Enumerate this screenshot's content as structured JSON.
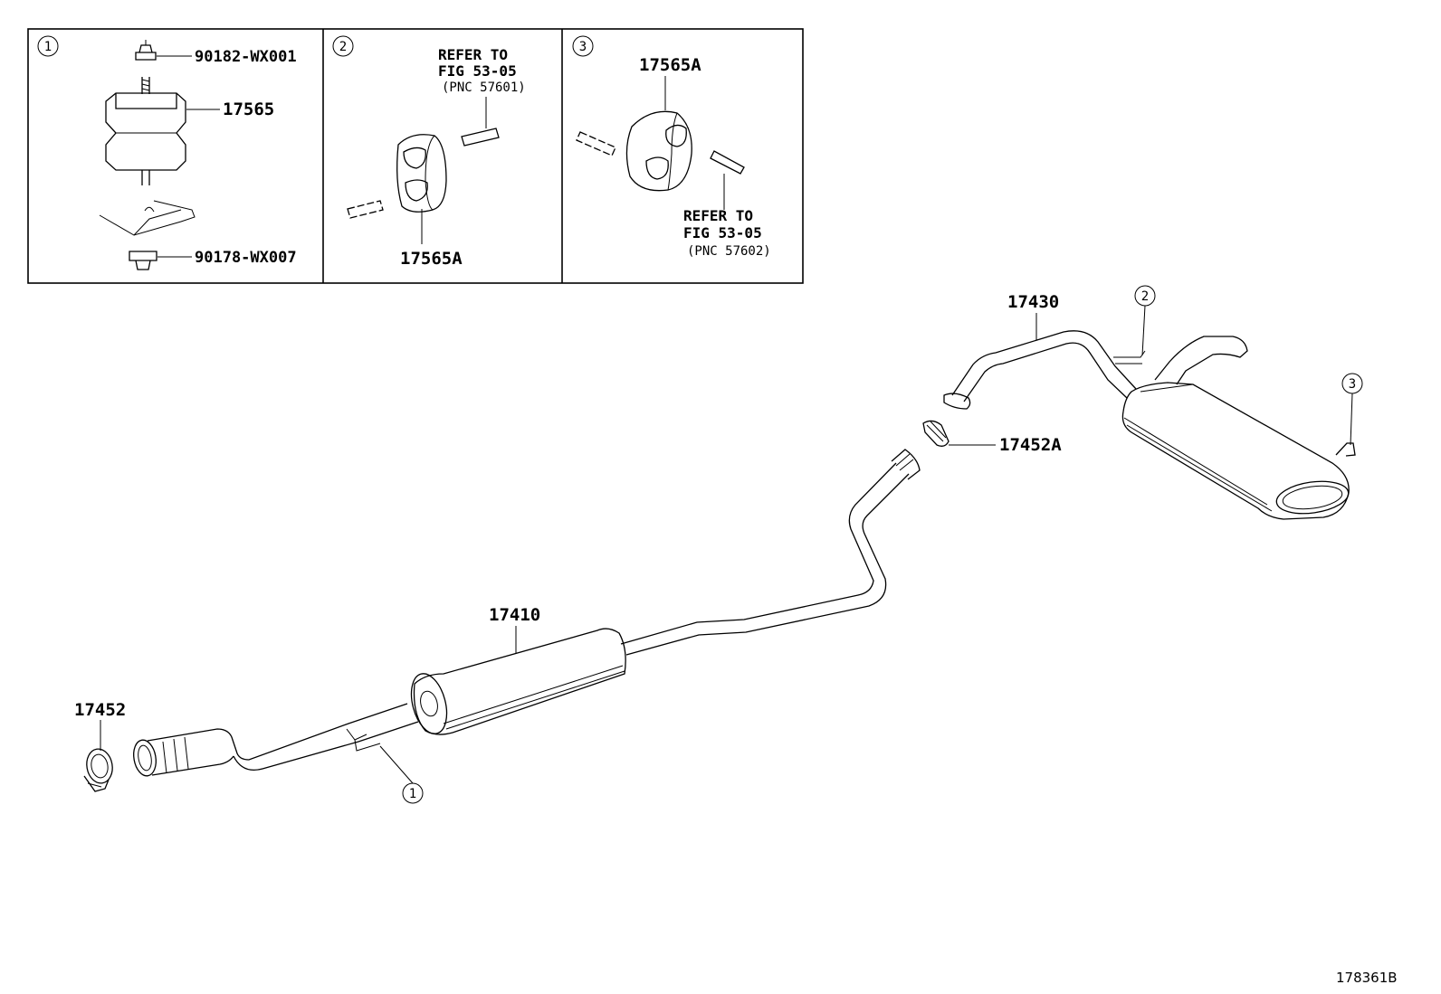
{
  "inset1": {
    "callout": "1",
    "parts": {
      "nut_top": "90182-WX001",
      "mount": "17565",
      "nut_bottom": "90178-WX007"
    }
  },
  "inset2": {
    "callout": "2",
    "refer_line1": "REFER TO",
    "refer_line2": "FIG 53-05",
    "refer_pnc": "(PNC 57601)",
    "part": "17565A"
  },
  "inset3": {
    "callout": "3",
    "part": "17565A",
    "refer_line1": "REFER TO",
    "refer_line2": "FIG 53-05",
    "refer_pnc": "(PNC 57602)"
  },
  "main": {
    "tail_pipe": "17430",
    "gasket": "17452A",
    "center_pipe": "17410",
    "clamp": "17452",
    "callout_1": "1",
    "callout_2": "2",
    "callout_3": "3"
  },
  "figure_id": "178361B"
}
